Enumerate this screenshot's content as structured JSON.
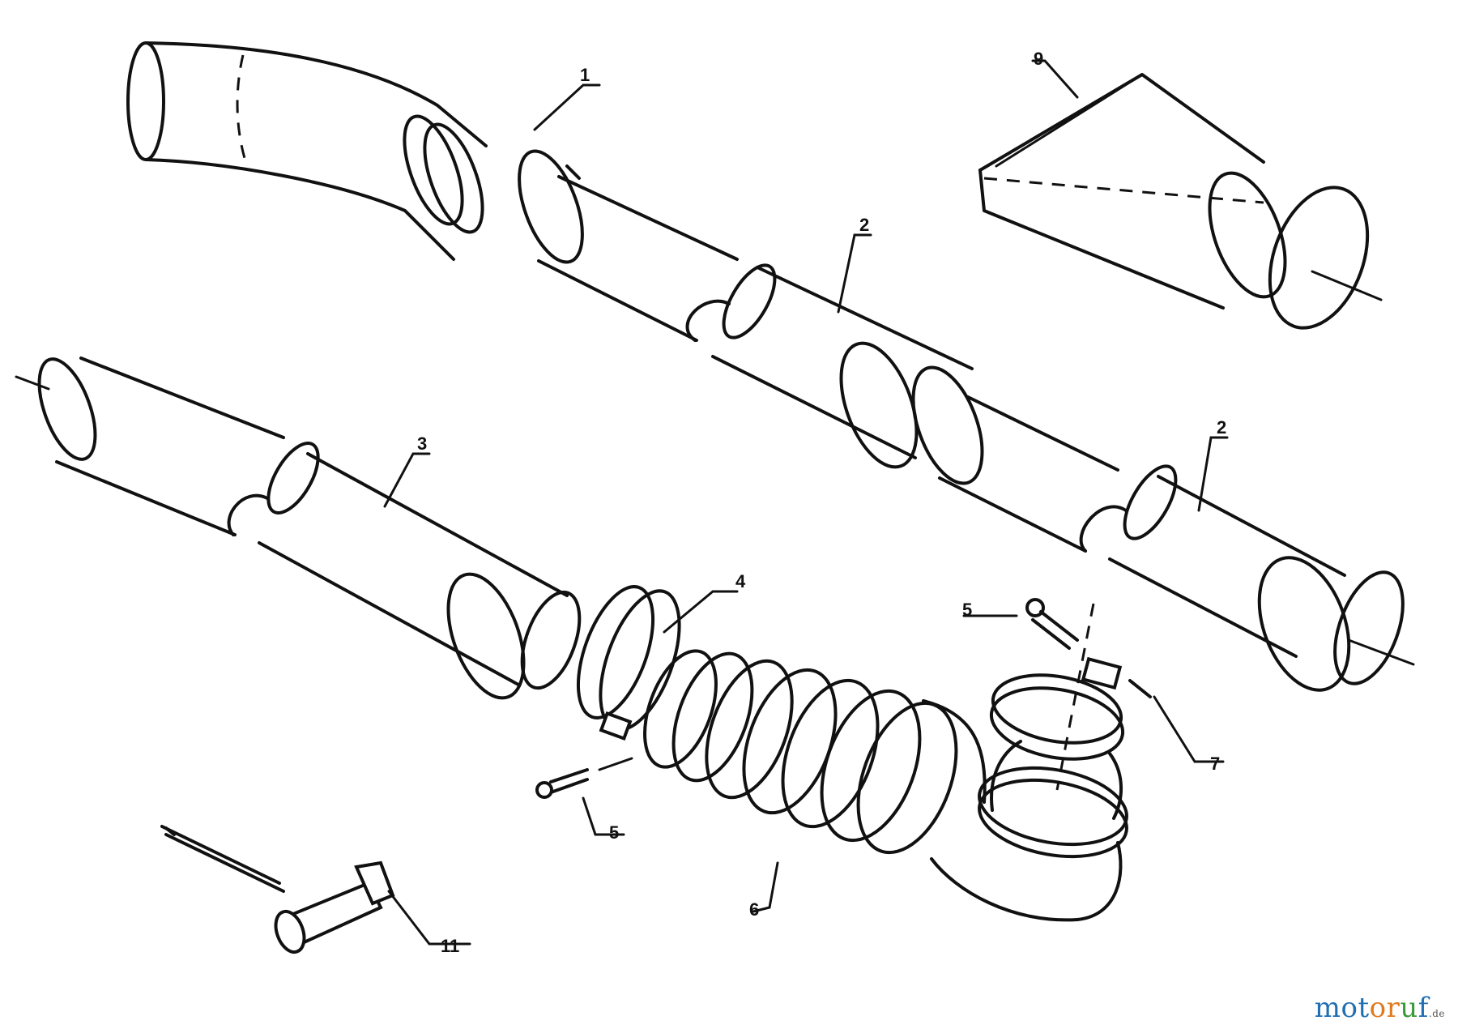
{
  "callouts": [
    {
      "id": "c1",
      "label": "1"
    },
    {
      "id": "c2a",
      "label": "2"
    },
    {
      "id": "c2b",
      "label": "2"
    },
    {
      "id": "c3",
      "label": "3"
    },
    {
      "id": "c4",
      "label": "4"
    },
    {
      "id": "c5a",
      "label": "5"
    },
    {
      "id": "c5b",
      "label": "5"
    },
    {
      "id": "c6",
      "label": "6"
    },
    {
      "id": "c7",
      "label": "7"
    },
    {
      "id": "c9",
      "label": "9"
    },
    {
      "id": "c11",
      "label": "11"
    }
  ],
  "watermark": {
    "parts": [
      "mot",
      "or",
      "u",
      "f"
    ],
    "tld": ".de",
    "colors": [
      "#1f6fb2",
      "#e07a1f",
      "#3a9a3a",
      "#1f6fb2"
    ]
  }
}
